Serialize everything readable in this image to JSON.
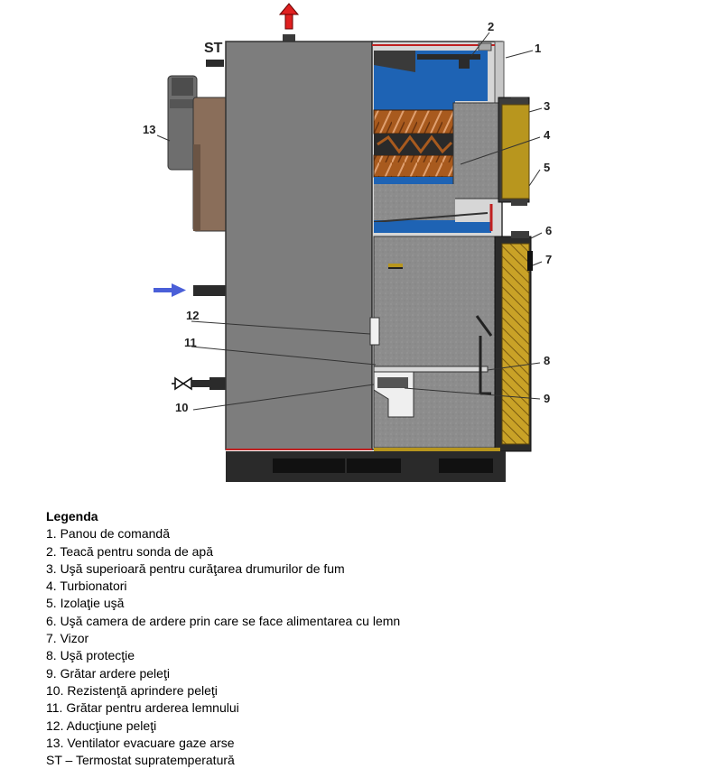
{
  "diagram": {
    "callouts": [
      "1",
      "2",
      "3",
      "4",
      "5",
      "6",
      "7",
      "8",
      "9",
      "10",
      "11",
      "12",
      "13"
    ],
    "st_label": "ST",
    "colors": {
      "body_grey": "#7d7d7d",
      "insulation": "#8a8a8a",
      "water_blue": "#1e63b4",
      "turbulator_copper": "#b5651d",
      "door_insulation_gold": "#b8961e",
      "flue_arrow_red": "#e02020",
      "inlet_arrow_blue": "#4a5fd8",
      "base_dark": "#2a2a2a"
    }
  },
  "legend": {
    "title": "Legenda",
    "items": [
      "1. Panou de comandă",
      "2. Teacă pentru sonda de apă",
      "3. Uşă superioară pentru curăţarea drumurilor de fum",
      "4. Turbionatori",
      "5. Izolaţie uşă",
      "6. Uşă camera de ardere prin care se face alimentarea cu lemn",
      "7. Vizor",
      "8. Uşă protecţie",
      "9. Grătar ardere peleţi",
      "10. Rezistenţă aprindere peleţi",
      "11. Grătar pentru arderea lemnului",
      "12. Aducţiune peleţi",
      "13. Ventilator evacuare gaze arse",
      "ST – Termostat supratemperatură"
    ]
  }
}
